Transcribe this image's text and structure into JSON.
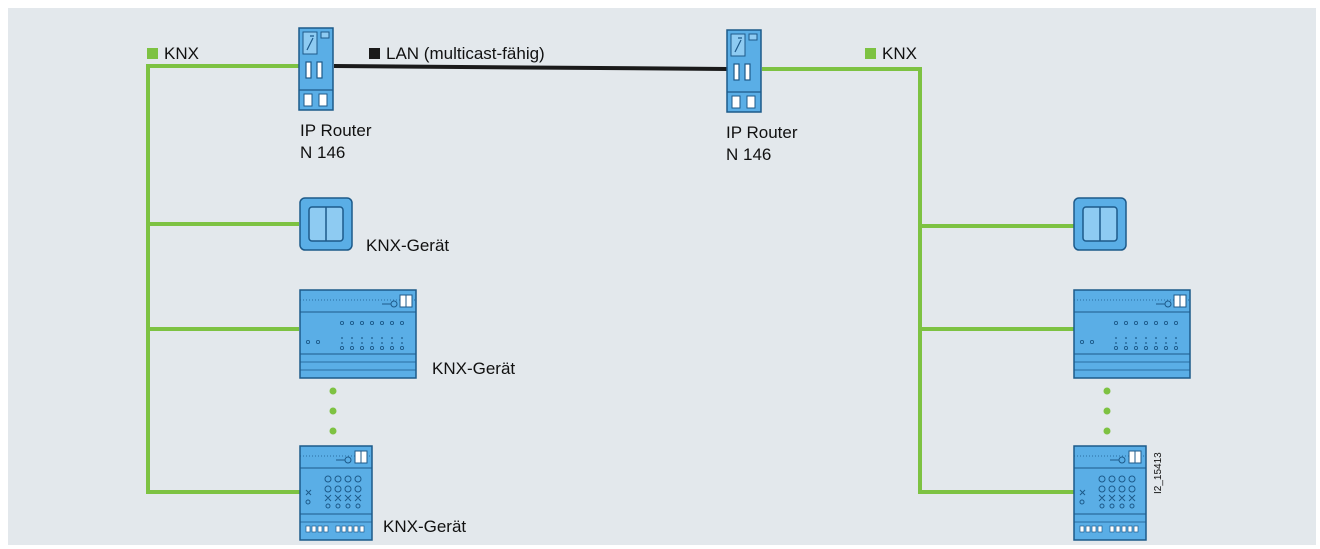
{
  "legend": {
    "knx_left": "KNX",
    "lan": "LAN (multicast-fähig)",
    "knx_right": "KNX"
  },
  "routers": {
    "left": {
      "line1": "IP Router",
      "line2": "N 146"
    },
    "right": {
      "line1": "IP Router",
      "line2": "N 146"
    }
  },
  "devices": {
    "switch": "KNX-Gerät",
    "actuator": "KNX-Gerät",
    "dimmer": "KNX-Gerät"
  },
  "image_code": "I2_15413",
  "colors": {
    "knx_line": "#7dc242",
    "lan_line": "#1a1a1a",
    "device_fill": "#5aaee6",
    "device_stroke": "#1d5a8a",
    "background": "#e3e8ec"
  }
}
